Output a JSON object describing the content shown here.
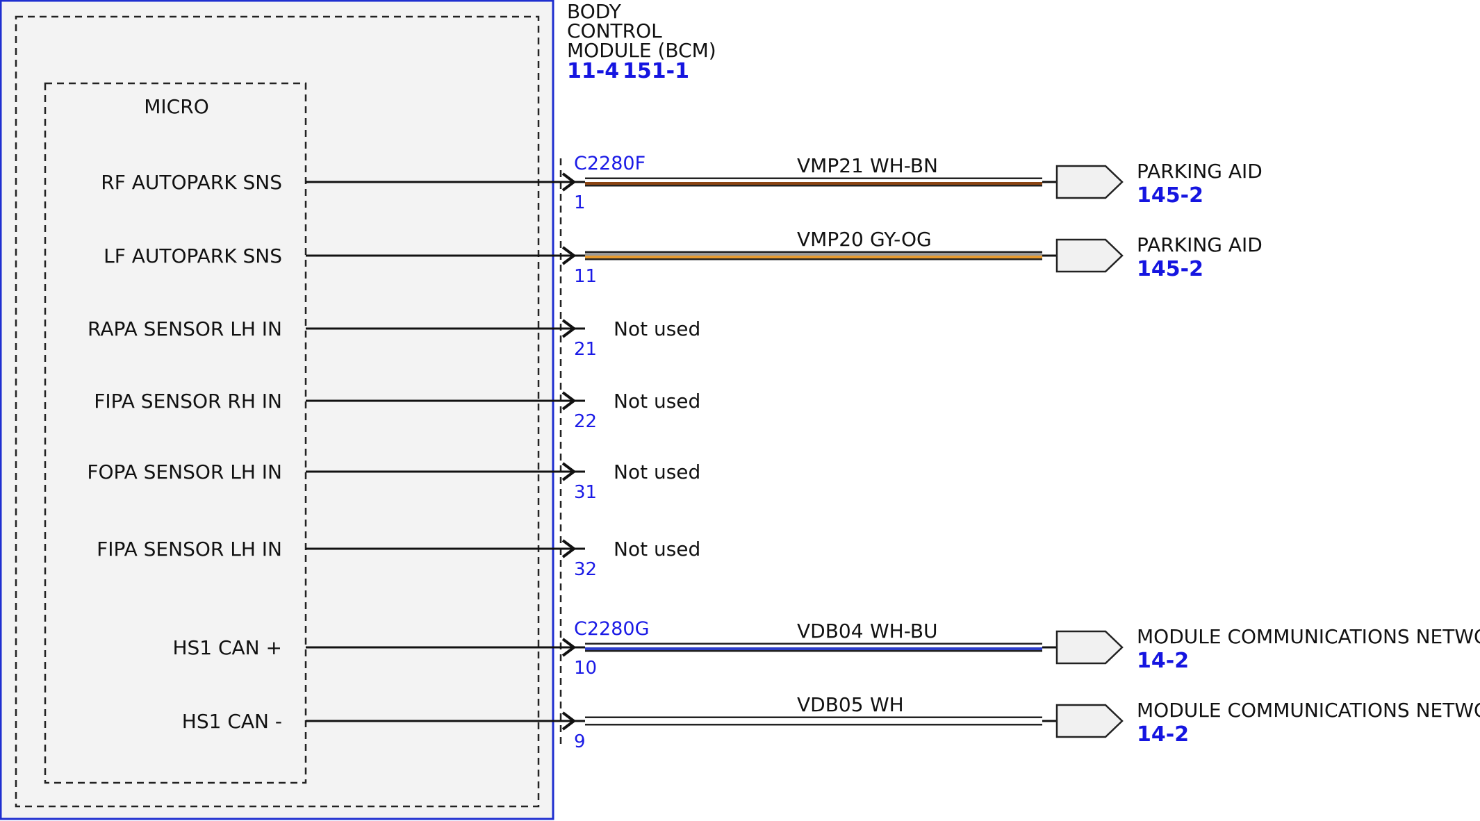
{
  "module": {
    "title_lines": [
      "BODY",
      "CONTROL",
      "MODULE (BCM)"
    ],
    "refs": [
      "11-4",
      "151-1"
    ],
    "inner_label": "MICRO"
  },
  "colors": {
    "module_border": "#1f2fd0",
    "module_fill": "#f3f3f3",
    "ref_text": "#1515e0",
    "line": "#111111"
  },
  "circuits": [
    {
      "signal": "RF AUTOPARK SNS",
      "connector": "C2280F",
      "pin": "1",
      "wire": "VMP21",
      "color_code": "WH-BN",
      "wire_colors": [
        "#ffffff",
        "#8b4513"
      ],
      "destination": "PARKING AID",
      "dest_ref": "145-2"
    },
    {
      "signal": "LF AUTOPARK SNS",
      "connector": "",
      "pin": "11",
      "wire": "VMP20",
      "color_code": "GY-OG",
      "wire_colors": [
        "#9a9a9a",
        "#e69a2e"
      ],
      "destination": "PARKING AID",
      "dest_ref": "145-2"
    },
    {
      "signal": "RAPA SENSOR LH IN",
      "connector": "",
      "pin": "21",
      "status": "Not used"
    },
    {
      "signal": "FIPA SENSOR RH IN",
      "connector": "",
      "pin": "22",
      "status": "Not used"
    },
    {
      "signal": "FOPA SENSOR LH IN",
      "connector": "",
      "pin": "31",
      "status": "Not used"
    },
    {
      "signal": "FIPA SENSOR LH IN",
      "connector": "",
      "pin": "32",
      "status": "Not used"
    },
    {
      "signal": "HS1 CAN +",
      "connector": "C2280G",
      "pin": "10",
      "wire": "VDB04",
      "color_code": "WH-BU",
      "wire_colors": [
        "#ffffff",
        "#2b3cc8"
      ],
      "destination": "MODULE COMMUNICATIONS NETWORK",
      "dest_ref": "14-2"
    },
    {
      "signal": "HS1 CAN -",
      "connector": "",
      "pin": "9",
      "wire": "VDB05",
      "color_code": "WH",
      "wire_colors": [
        "#ffffff",
        "#ffffff"
      ],
      "destination": "MODULE COMMUNICATIONS NETWORK",
      "dest_ref": "14-2"
    }
  ]
}
